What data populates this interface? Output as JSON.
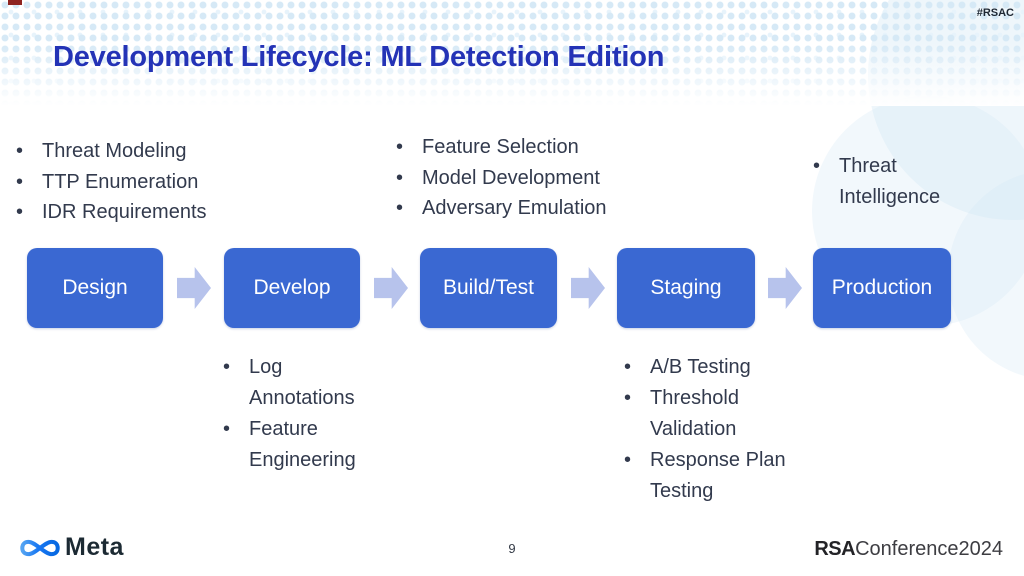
{
  "header": {
    "hashtag": "#RSAC",
    "title": "Development Lifecycle: ML Detection Edition"
  },
  "ui": {
    "bullet_glyph": "•"
  },
  "annotations": {
    "design_phase_top": {
      "items": [
        "Threat Modeling",
        "TTP Enumeration",
        "IDR Requirements"
      ]
    },
    "develop_phase_top": {
      "items": [
        "Feature Selection",
        "Model Development",
        "Adversary Emulation"
      ]
    },
    "production_phase_top": {
      "items": [
        "Threat Intelligence"
      ]
    },
    "develop_phase_bottom": {
      "items": [
        "Log Annotations",
        "Feature Engineering"
      ]
    },
    "staging_phase_bottom": {
      "items": [
        "A/B Testing",
        "Threshold Validation",
        "Response Plan Testing"
      ]
    }
  },
  "flow": {
    "stages": [
      {
        "label": "Design"
      },
      {
        "label": "Develop"
      },
      {
        "label": "Build/Test"
      },
      {
        "label": "Staging"
      },
      {
        "label": "Production"
      }
    ]
  },
  "footer": {
    "meta_wordmark": "Meta",
    "page_number": "9",
    "rsa_brand": "RSA",
    "rsa_conference": "Conference",
    "rsa_year": "2024"
  },
  "colors": {
    "title_blue": "#2433b6",
    "stage_box_blue": "#3a68d2",
    "arrow_lavender": "#b7c3ec",
    "body_text": "#323a4d",
    "dot_pattern_blue": "#d6e9f6",
    "meta_wordmark_navy": "#1c2a33",
    "meta_logo_blue": "#0668e1",
    "rsa_logo_dark": "#232327",
    "background": "#ffffff"
  }
}
